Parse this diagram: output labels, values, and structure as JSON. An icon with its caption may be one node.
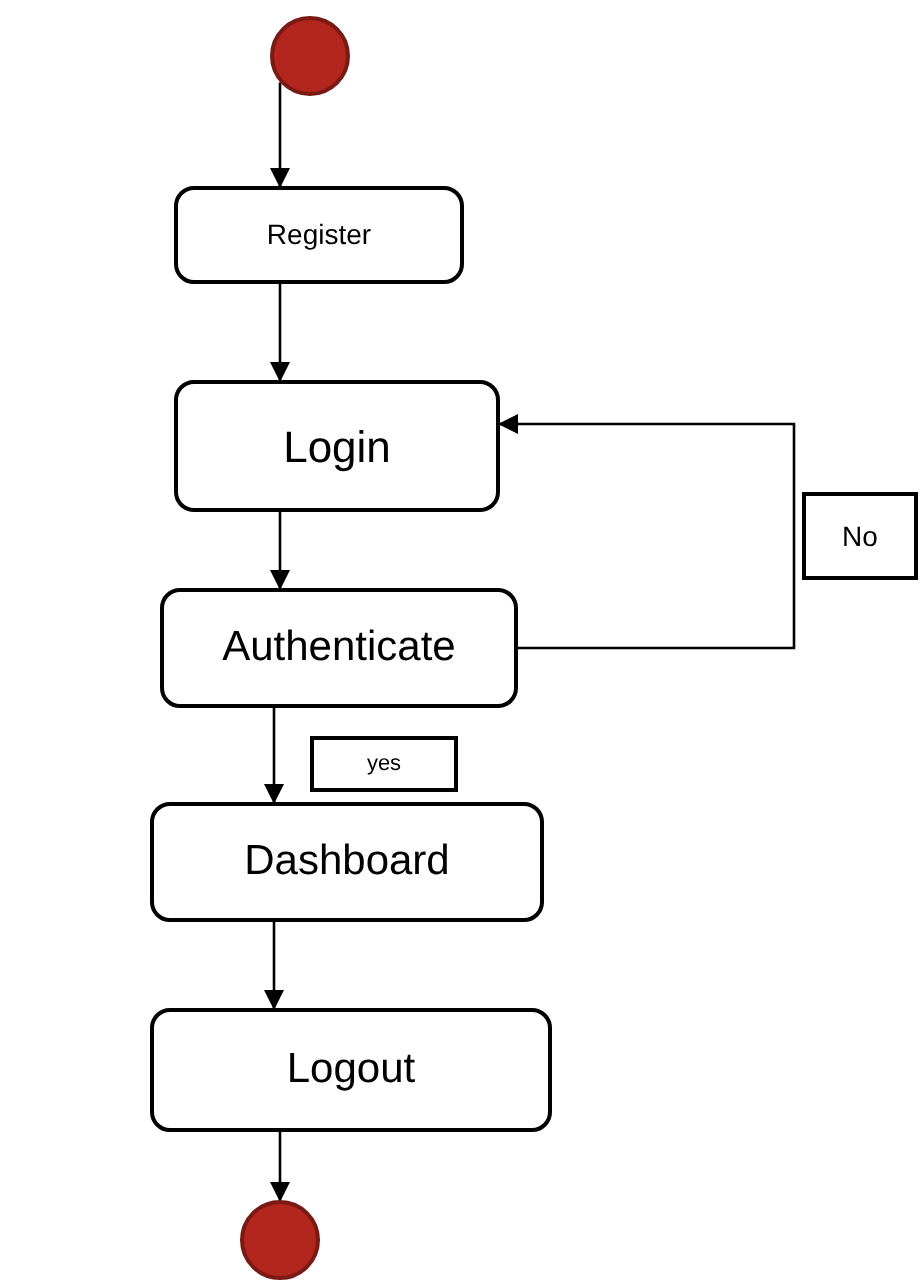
{
  "diagram": {
    "nodes": [
      {
        "text": [],
        "shape": "circle"
      },
      {
        "text": [
          "Register"
        ]
      },
      {
        "text": [
          "Login"
        ]
      },
      {
        "text": [
          "Authenticate"
        ]
      },
      {
        "text": [
          "Dashboard"
        ]
      },
      {
        "text": [
          "Logout"
        ]
      },
      {
        "text": [],
        "shape": "circle"
      }
    ],
    "edges": [
      {
        "from": 0,
        "to": 1,
        "arrow": "to"
      },
      {
        "from": 1,
        "to": 2,
        "arrow": "to"
      },
      {
        "from": 2,
        "to": 3,
        "arrow": "to"
      },
      {
        "from": 3,
        "to": 4,
        "arrow": "to",
        "label": "yes"
      },
      {
        "from": 4,
        "to": 5,
        "arrow": "to"
      },
      {
        "from": 5,
        "to": 6,
        "arrow": "to"
      },
      {
        "from": 3,
        "to": 2,
        "arrow": "to",
        "label": "No"
      }
    ]
  }
}
